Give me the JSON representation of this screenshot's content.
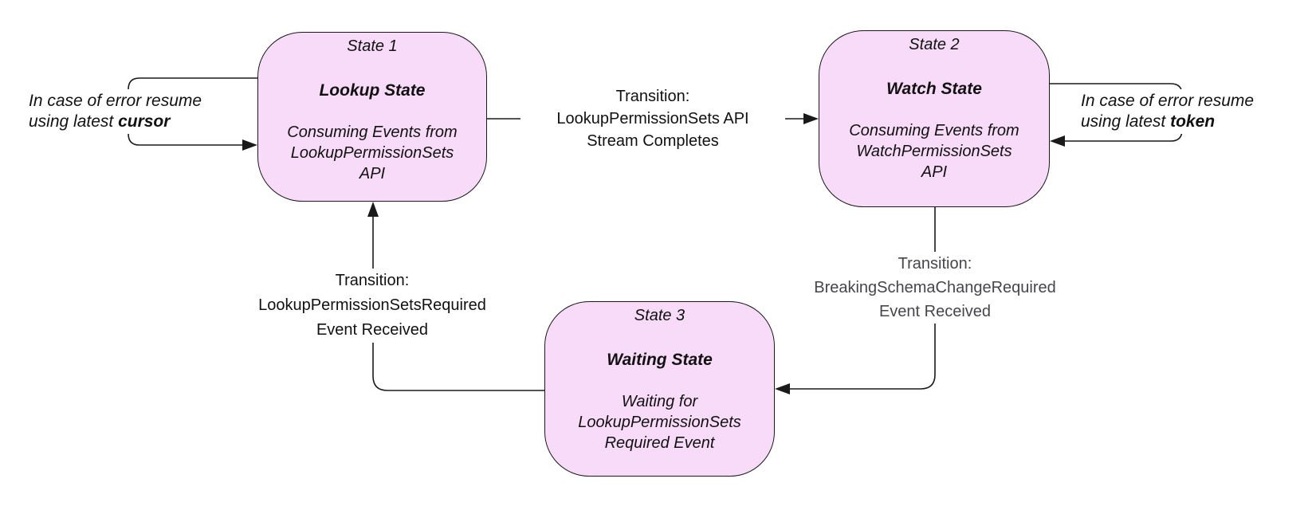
{
  "diagram": {
    "kind": "state-machine",
    "theme": {
      "node-fill": "#f8dbf8",
      "node-border": "#1a1a1a",
      "line": "#1a1a1a",
      "text": "#111111",
      "muted": "#45454c",
      "bg": "#ffffff"
    },
    "nodes": [
      {
        "id": "state1",
        "step": "State 1",
        "name": "Lookup State",
        "description": "Consuming Events from LookupPermissionSets API",
        "desc_lines": [
          "Consuming Events from",
          "LookupPermissionSets",
          "API"
        ]
      },
      {
        "id": "state2",
        "step": "State 2",
        "name": "Watch State",
        "description": "Consuming Events from WatchPermissionSets API",
        "desc_lines": [
          "Consuming Events from",
          "WatchPermissionSets",
          "API"
        ]
      },
      {
        "id": "state3",
        "step": "State 3",
        "name": "Waiting State",
        "description": "Waiting for LookupPermissionSets Required Event",
        "desc_lines": [
          "Waiting for",
          "LookupPermissionSets",
          "Required Event"
        ]
      }
    ],
    "edges": [
      {
        "id": "edge-1to2",
        "from": "state1",
        "to": "state2",
        "label_lines": [
          "Transition:",
          "LookupPermissionSets API",
          "Stream Completes"
        ]
      },
      {
        "id": "edge-2to3",
        "from": "state2",
        "to": "state3",
        "label_lines": [
          "Transition:",
          "BreakingSchemaChangeRequired",
          "Event Received"
        ]
      },
      {
        "id": "edge-3to1",
        "from": "state3",
        "to": "state1",
        "label_lines": [
          "Transition:",
          "LookupPermissionSetsRequired",
          "Event Received"
        ]
      }
    ],
    "self_loops": [
      {
        "id": "loop-state1",
        "on": "state1",
        "line1": "In case of error resume",
        "line2_prefix": "using latest ",
        "keyword": "cursor"
      },
      {
        "id": "loop-state2",
        "on": "state2",
        "line1": "In case of error resume",
        "line2_prefix": "using latest ",
        "keyword": "token"
      }
    ]
  }
}
